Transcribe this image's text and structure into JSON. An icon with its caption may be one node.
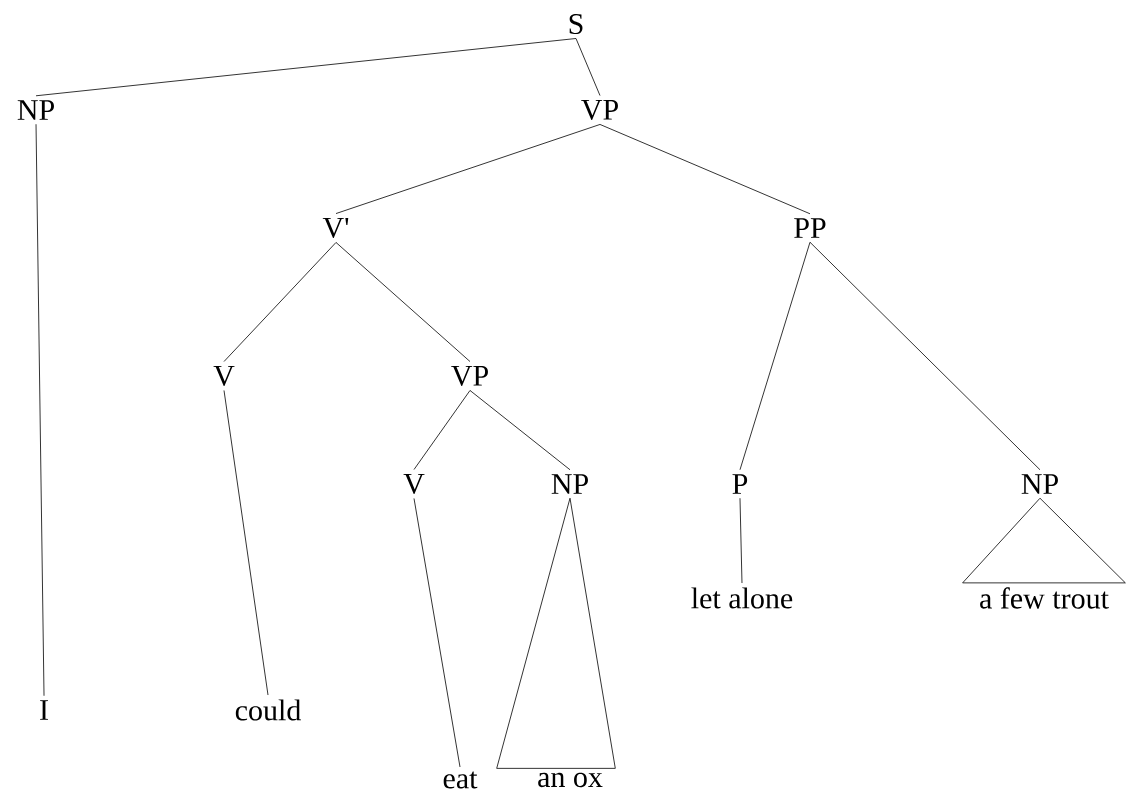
{
  "diagram": {
    "nodes": [
      {
        "text": [
          "S"
        ]
      },
      {
        "text": [
          "NP"
        ]
      },
      {
        "text": [
          "VP"
        ]
      },
      {
        "text": [
          "V'"
        ]
      },
      {
        "text": [
          "PP"
        ]
      },
      {
        "text": [
          "V"
        ]
      },
      {
        "text": [
          "VP"
        ]
      },
      {
        "text": [
          "V"
        ]
      },
      {
        "text": [
          "NP"
        ]
      },
      {
        "text": [
          "P"
        ]
      },
      {
        "text": [
          "NP"
        ]
      },
      {
        "text": [
          "let alone"
        ]
      },
      {
        "text": [
          "a few trout"
        ]
      },
      {
        "text": [
          "I"
        ]
      },
      {
        "text": [
          "could"
        ]
      },
      {
        "text": [
          "eat"
        ]
      },
      {
        "text": [
          "an ox"
        ]
      }
    ],
    "edges": [
      {
        "from": 0,
        "to": 1,
        "arrow": "none"
      },
      {
        "from": 0,
        "to": 2,
        "arrow": "none"
      },
      {
        "from": 2,
        "to": 3,
        "arrow": "none"
      },
      {
        "from": 2,
        "to": 4,
        "arrow": "none"
      },
      {
        "from": 3,
        "to": 5,
        "arrow": "none"
      },
      {
        "from": 3,
        "to": 6,
        "arrow": "none"
      },
      {
        "from": 6,
        "to": 7,
        "arrow": "none"
      },
      {
        "from": 6,
        "to": 8,
        "arrow": "none"
      },
      {
        "from": 4,
        "to": 9,
        "arrow": "none"
      },
      {
        "from": 4,
        "to": 10,
        "arrow": "none"
      },
      {
        "from": 9,
        "to": 11,
        "arrow": "none"
      },
      {
        "from": 10,
        "to": 12,
        "arrow": "none"
      },
      {
        "from": 1,
        "to": 13,
        "arrow": "none"
      },
      {
        "from": 5,
        "to": 14,
        "arrow": "none"
      },
      {
        "from": 7,
        "to": 15,
        "arrow": "none"
      },
      {
        "from": 8,
        "to": 16,
        "arrow": "none"
      }
    ]
  }
}
